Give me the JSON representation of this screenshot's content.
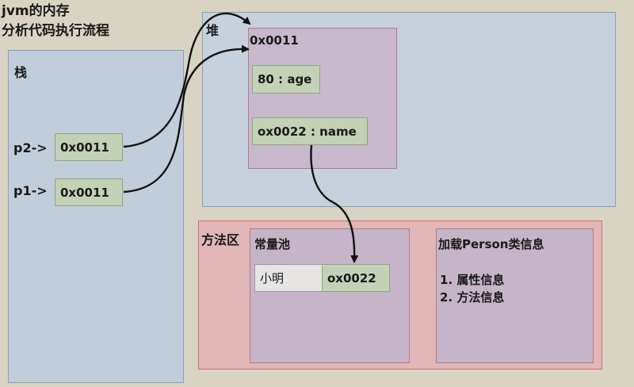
{
  "title": {
    "line1": "jvm的内存",
    "line2": "分析代码执行流程"
  },
  "stack": {
    "label": "栈",
    "p2_label": "p2->",
    "p2_value": "0x0011",
    "p1_label": "p1->",
    "p1_value": "0x0011"
  },
  "heap": {
    "label": "堆",
    "object": {
      "address": "0x0011",
      "field_age": "80 : age",
      "field_name": "ox0022 : name"
    }
  },
  "method_area": {
    "label": "方法区",
    "constant_pool": {
      "label": "常量池",
      "string_value": "小明",
      "string_address": "ox0022"
    },
    "class_info": {
      "title": "加载Person类信息",
      "item1": "1. 属性信息",
      "item2": "2. 方法信息"
    }
  },
  "colors": {
    "stack_bg": "#c2cddb",
    "heap_bg": "#c7d0dd",
    "method_bg": "#e0b6b6",
    "object_bg": "#c8b8cc",
    "cell_bg": "#c3d1b6"
  }
}
